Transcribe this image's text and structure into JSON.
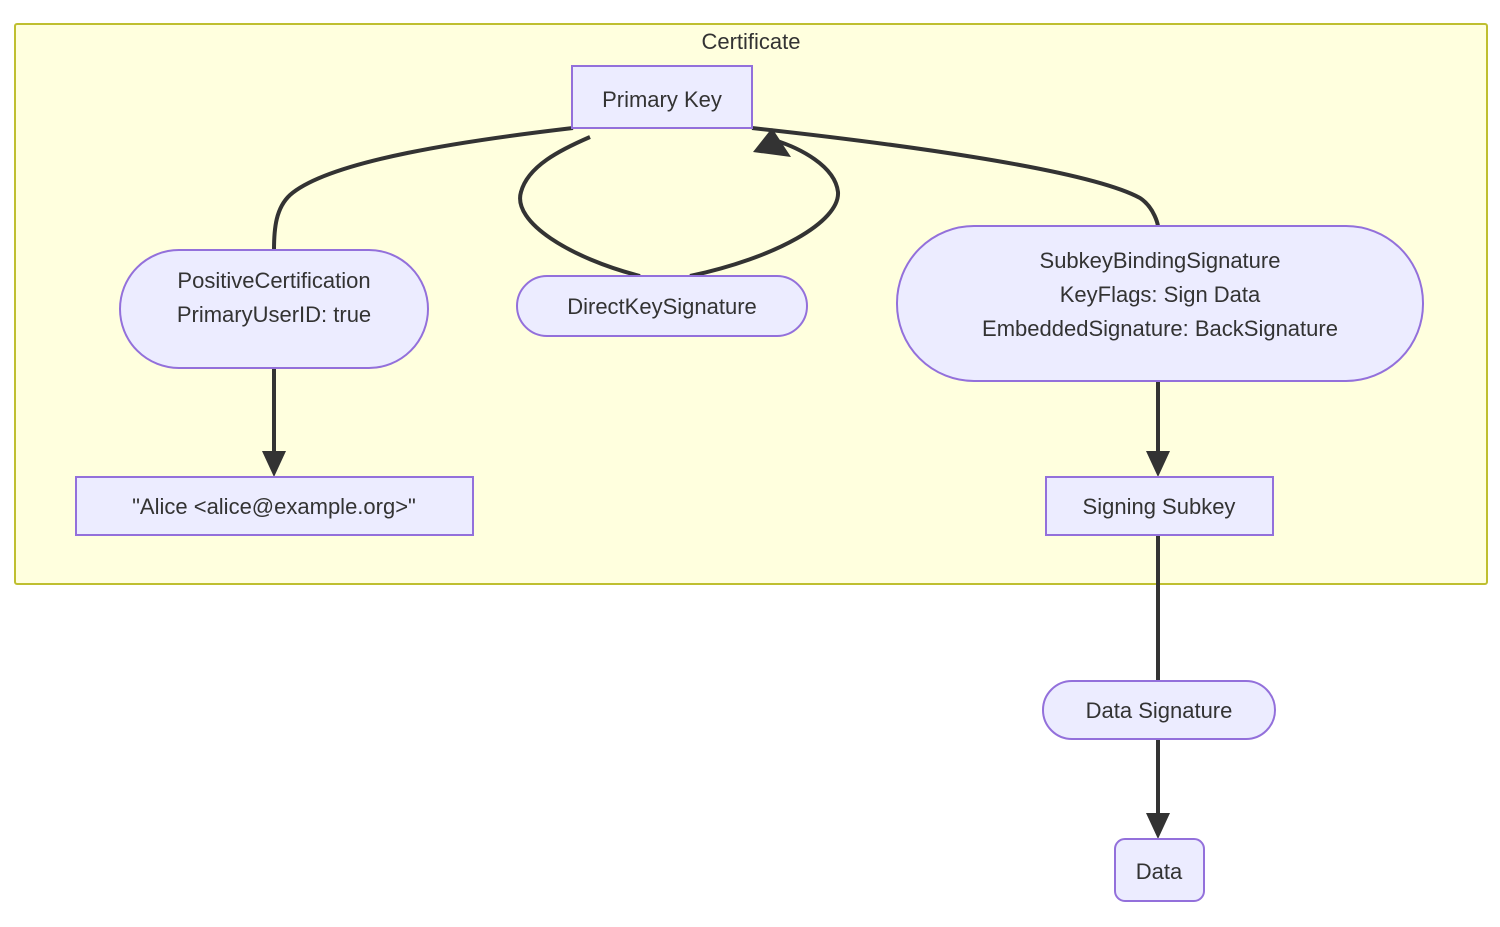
{
  "diagram": {
    "type": "flowchart",
    "direction": "top-down",
    "background": "#ffffff",
    "colors": {
      "cluster_fill": "#ffffde",
      "cluster_stroke": "#bfbf30",
      "node_fill": "#ececff",
      "node_stroke": "#9370db",
      "text": "#333333",
      "edge": "#333333"
    },
    "cluster": {
      "id": "certificate",
      "label": "Certificate"
    },
    "nodes": [
      {
        "id": "primary-key",
        "shape": "rect",
        "lines": [
          "Primary Key"
        ]
      },
      {
        "id": "positive-certification",
        "shape": "stadium",
        "lines": [
          "PositiveCertification",
          "PrimaryUserID: true"
        ]
      },
      {
        "id": "direct-key-signature",
        "shape": "stadium",
        "lines": [
          "DirectKeySignature"
        ]
      },
      {
        "id": "subkey-binding-signature",
        "shape": "stadium",
        "lines": [
          "SubkeyBindingSignature",
          "KeyFlags: Sign Data",
          "EmbeddedSignature: BackSignature"
        ]
      },
      {
        "id": "user-id",
        "shape": "rect",
        "lines": [
          "\"Alice <alice@example.org>\""
        ]
      },
      {
        "id": "signing-subkey",
        "shape": "rect",
        "lines": [
          "Signing Subkey"
        ]
      },
      {
        "id": "data-signature",
        "shape": "stadium",
        "lines": [
          "Data Signature"
        ]
      },
      {
        "id": "data",
        "shape": "rounded-rect",
        "lines": [
          "Data"
        ]
      }
    ],
    "edges": [
      {
        "from": "primary-key",
        "to": "positive-certification",
        "arrow": false
      },
      {
        "from": "primary-key",
        "to": "direct-key-signature",
        "arrow": false
      },
      {
        "from": "direct-key-signature",
        "to": "primary-key",
        "arrow": true
      },
      {
        "from": "primary-key",
        "to": "subkey-binding-signature",
        "arrow": false
      },
      {
        "from": "positive-certification",
        "to": "user-id",
        "arrow": true
      },
      {
        "from": "subkey-binding-signature",
        "to": "signing-subkey",
        "arrow": true
      },
      {
        "from": "signing-subkey",
        "to": "data-signature",
        "arrow": false
      },
      {
        "from": "data-signature",
        "to": "data",
        "arrow": true
      }
    ]
  }
}
